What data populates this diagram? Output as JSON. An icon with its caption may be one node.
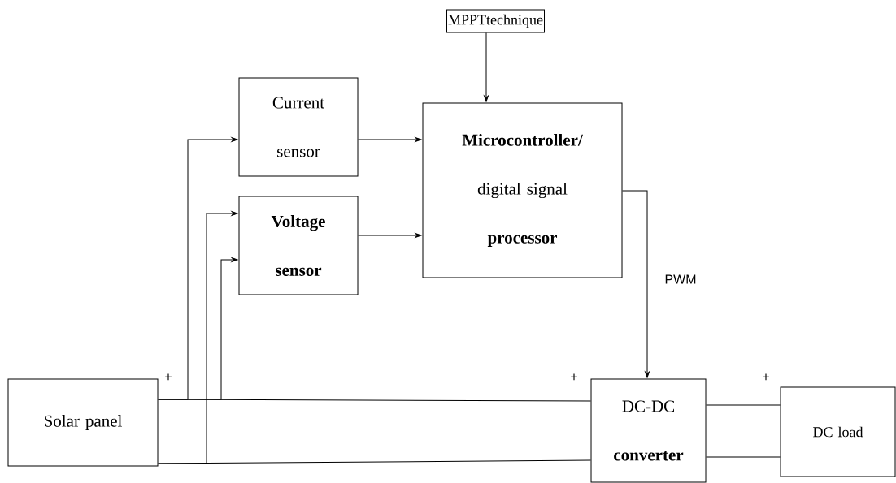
{
  "diagram": {
    "nodes": [
      {
        "text": [
          "MPPTtechnique"
        ]
      },
      {
        "text": [
          "Current sensor"
        ]
      },
      {
        "text": [
          "**Microcontroller/** digital signal **processor**"
        ]
      },
      {
        "text": [
          "Voltage sensor"
        ]
      },
      {
        "text": [
          "Solar panel"
        ]
      },
      {
        "text": [
          "DC-DC **converter**"
        ]
      },
      {
        "text": [
          "DC load"
        ]
      }
    ],
    "edges": [
      {
        "from": 0,
        "to": 2,
        "arrow": "to"
      },
      {
        "from": 4,
        "to": 1,
        "arrow": "to"
      },
      {
        "from": 4,
        "to": 3,
        "arrow": "to"
      },
      {
        "from": 4,
        "to": 3,
        "arrow": "to"
      },
      {
        "from": 1,
        "to": 2,
        "arrow": "to"
      },
      {
        "from": 3,
        "to": 2,
        "arrow": "to"
      },
      {
        "from": 2,
        "to": 5,
        "arrow": "to",
        "label": "PWM"
      },
      {
        "from": 4,
        "to": 5,
        "arrow": "none"
      },
      {
        "from": 4,
        "to": 5,
        "arrow": "none"
      },
      {
        "from": 5,
        "to": 6,
        "arrow": "none"
      },
      {
        "from": 5,
        "to": 6,
        "arrow": "none"
      }
    ],
    "labels": [
      "+",
      "+",
      "+"
    ]
  }
}
